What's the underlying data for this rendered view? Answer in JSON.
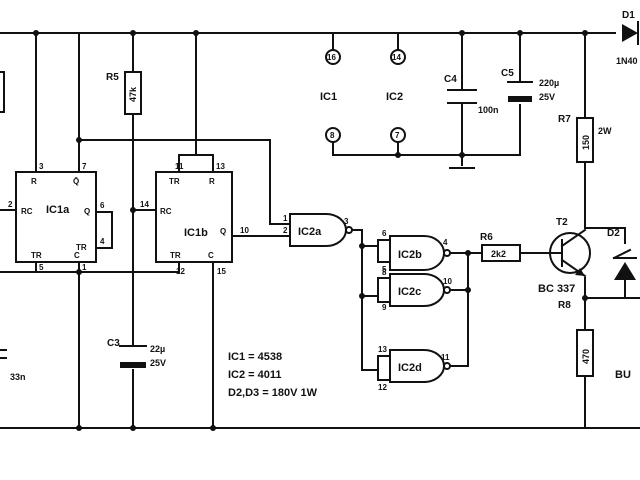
{
  "diode_d1": {
    "ref": "D1",
    "value": "1N40"
  },
  "diode_d2": {
    "ref": "D2"
  },
  "chip_ic1a": {
    "label": "IC1a",
    "pins": {
      "reset_top": "R",
      "q_bar": "Q̄",
      "rc": "RC",
      "q": "Q",
      "tr_plus": "TR",
      "tr_minus": "TR",
      "c": "C",
      "n3": "3",
      "n7": "7",
      "n2": "2",
      "n6": "6",
      "n4": "4",
      "n5": "5",
      "n1": "1"
    }
  },
  "chip_ic1b": {
    "label": "IC1b",
    "pins": {
      "tr_top": "TR",
      "reset_top": "R",
      "rc": "RC",
      "q": "Q",
      "tr_bot": "TR",
      "c": "C",
      "n11": "11",
      "n13": "13",
      "n14": "14",
      "n10": "10",
      "n12": "12",
      "n15": "15"
    }
  },
  "gate_ic2a": {
    "label": "IC2a",
    "pins": {
      "in1": "1",
      "in2": "2",
      "out": "3"
    }
  },
  "gate_ic2b": {
    "label": "IC2b",
    "pins": {
      "in1": "6",
      "in2": "5",
      "out": "4"
    }
  },
  "gate_ic2c": {
    "label": "IC2c",
    "pins": {
      "in1": "8",
      "in2": "9",
      "out": "10"
    }
  },
  "gate_ic2d": {
    "label": "IC2d",
    "pins": {
      "in1": "13",
      "in2": "12",
      "out": "11"
    }
  },
  "power_pins": {
    "ic1": "IC1",
    "ic2": "IC2",
    "p16": "16",
    "p14": "14",
    "p8": "8",
    "p7": "7"
  },
  "resistors": {
    "r5": {
      "ref": "R5",
      "value": "47k"
    },
    "r6": {
      "ref": "R6",
      "value": "2k2"
    },
    "r7": {
      "ref": "R7",
      "value": "150",
      "power": "2W"
    },
    "r8": {
      "ref": "R8",
      "value": "470"
    }
  },
  "capacitors": {
    "c3": {
      "ref": "C3",
      "value": "22µ",
      "voltage": "25V"
    },
    "c4": {
      "ref": "C4",
      "value": "100n"
    },
    "c5": {
      "ref": "C5",
      "value": "220µ",
      "voltage": "25V"
    },
    "c_left": {
      "value": "33n"
    }
  },
  "transistor_t2": {
    "ref": "T2",
    "type": "BC 337"
  },
  "buzzer": {
    "label": "BU"
  },
  "notes": [
    "IC1 = 4538",
    "IC2 = 4011",
    "D2,D3 = 180V  1W"
  ]
}
